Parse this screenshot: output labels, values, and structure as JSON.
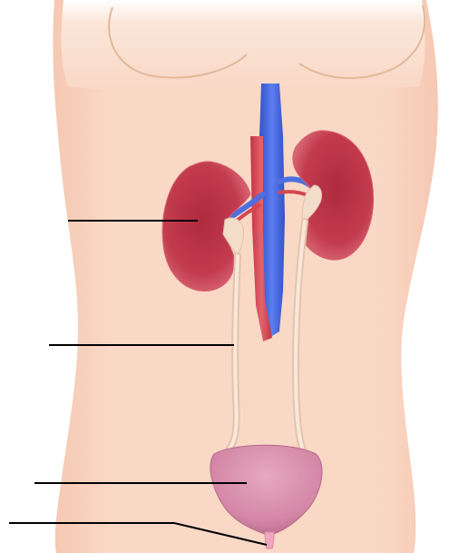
{
  "diagram": {
    "title": "",
    "colors": {
      "background": "#ffffff",
      "skin": "#f9d7c4",
      "skin_shadow": "#f3c7b0",
      "outline": "#e7c1a6",
      "kidney": "#c23c4e",
      "kidney_light": "#e06d7c",
      "vena_cava": "#4d6fe0",
      "aorta": "#d24752",
      "ureter": "#f3dcc9",
      "bladder": "#d487a6",
      "urethra": "#f3b7c8",
      "leader_line": "#000000"
    },
    "structures": [
      {
        "id": "kidney",
        "label": ""
      },
      {
        "id": "ureter",
        "label": ""
      },
      {
        "id": "bladder",
        "label": ""
      },
      {
        "id": "urethra",
        "label": ""
      }
    ]
  }
}
